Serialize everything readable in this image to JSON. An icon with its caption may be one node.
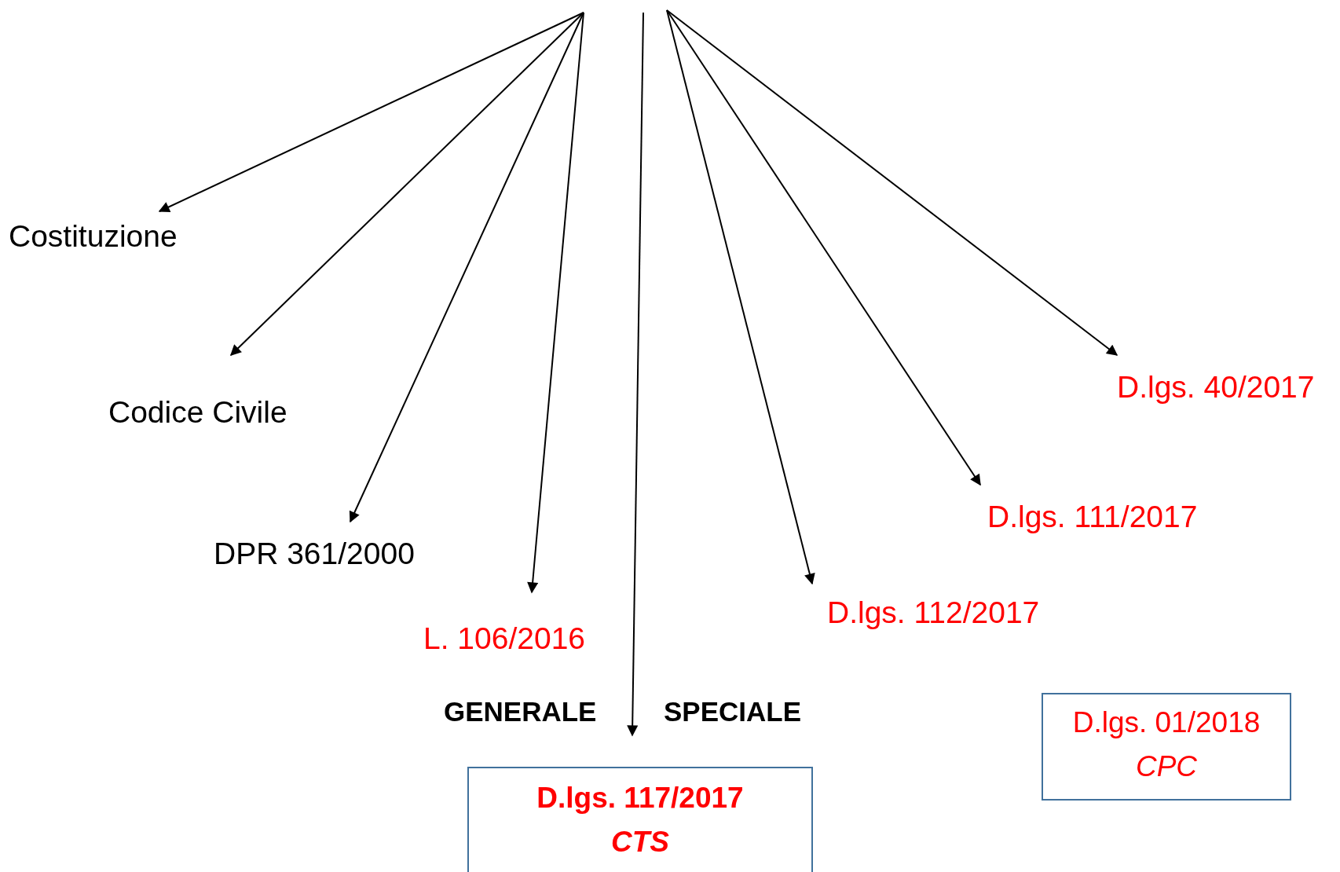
{
  "diagram": {
    "nodes": [
      {
        "text": [
          "Costituzione"
        ]
      },
      {
        "text": [
          "Codice Civile"
        ]
      },
      {
        "text": [
          "DPR 361/2000"
        ]
      },
      {
        "text": [
          "L. 106/2016"
        ]
      },
      {
        "text": [
          "D.lgs. 117/2017",
          "CTS"
        ]
      },
      {
        "text": [
          "D.lgs. 112/2017"
        ]
      },
      {
        "text": [
          "D.lgs. 111/2017"
        ]
      },
      {
        "text": [
          "D.lgs. 40/2017"
        ]
      },
      {
        "text": [
          "D.lgs. 01/2018",
          "CPC"
        ]
      }
    ],
    "edges": [
      {
        "from": null,
        "to": 0,
        "arrow": "to"
      },
      {
        "from": null,
        "to": 1,
        "arrow": "to"
      },
      {
        "from": null,
        "to": 2,
        "arrow": "to"
      },
      {
        "from": null,
        "to": 3,
        "arrow": "to"
      },
      {
        "from": null,
        "to": 4,
        "arrow": "to"
      },
      {
        "from": null,
        "to": 5,
        "arrow": "to"
      },
      {
        "from": null,
        "to": 6,
        "arrow": "to"
      },
      {
        "from": null,
        "to": 7,
        "arrow": "to"
      }
    ],
    "labels": [
      "GENERALE",
      "SPECIALE"
    ]
  }
}
